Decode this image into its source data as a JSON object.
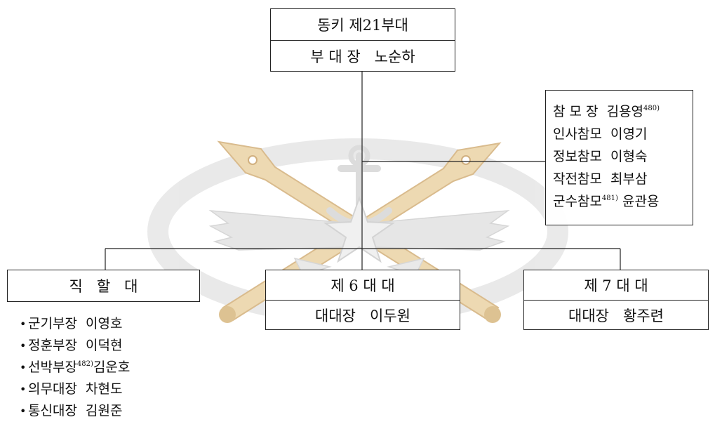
{
  "watermark_colors": {
    "ring": "#e6e6e6",
    "pen": "#e9cf9c",
    "pen_dark": "#c9a36a",
    "emblem": "#dcdcdc"
  },
  "headquarters": {
    "name": "동키 제21부대",
    "commander": "부 대 장   노순하"
  },
  "staff": {
    "lines": [
      {
        "text": "참 모 장  김용영",
        "note": "480)"
      },
      {
        "text": "인사참모  이영기",
        "note": ""
      },
      {
        "text": "정보참모  이형숙",
        "note": ""
      },
      {
        "text": "작전참모  최부삼",
        "note": ""
      },
      {
        "text": "군수참모",
        "note": "481)",
        "tail": " 윤관용"
      }
    ]
  },
  "units": {
    "direct": {
      "name": "직   할   대",
      "members": [
        {
          "role": "군기부장",
          "note": "",
          "name": "  이영호"
        },
        {
          "role": "정훈부장",
          "note": "",
          "name": "  이덕현"
        },
        {
          "role": "선박부장",
          "note": "482)",
          "name": "김운호"
        },
        {
          "role": "의무대장",
          "note": "",
          "name": "  차현도"
        },
        {
          "role": "통신대장",
          "note": "",
          "name": "  김원준"
        }
      ]
    },
    "sixth": {
      "name": "제 6 대 대",
      "commander": "대대장   이두원"
    },
    "seventh": {
      "name": "제 7 대 대",
      "commander": "대대장   황주련"
    }
  }
}
